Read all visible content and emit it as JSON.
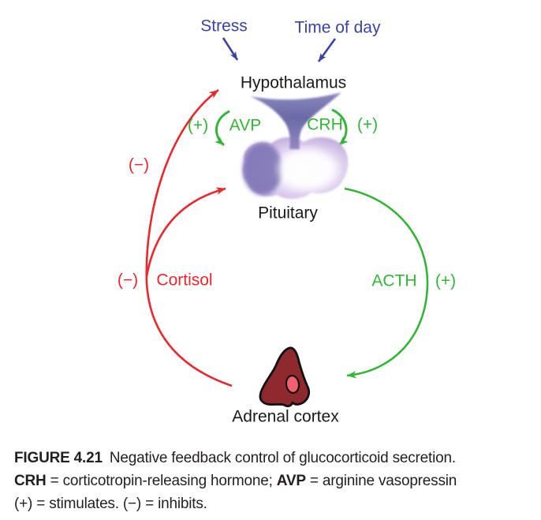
{
  "colors": {
    "red": "#e8282e",
    "green": "#35b43a",
    "blue": "#3b43a0",
    "caption_text": "#231f20",
    "pituitary_purple": "#7f74b6",
    "adrenal_maroon": "#8e2a2e",
    "nucleus_pink": "#f0606e"
  },
  "labels": {
    "stress": "Stress",
    "time_of_day": "Time of day",
    "hypothalamus": "Hypothalamus",
    "plus_avp": "(+)",
    "avp": "AVP",
    "crh": "CRH",
    "plus_crh": "(+)",
    "minus_upper": "(−)",
    "pituitary": "Pituitary",
    "minus_lower": "(−)",
    "cortisol": "Cortisol",
    "acth": "ACTH",
    "plus_acth": "(+)",
    "adrenal_cortex": "Adrenal cortex"
  },
  "caption": {
    "figure_label": "FIGURE 4.21",
    "sentence": "Negative feedback control of glucocorticoid secretion.",
    "crh_term": "CRH",
    "crh_def": " = corticotropin-releasing hormone; ",
    "avp_term": "AVP",
    "avp_def": " = arginine vasopressin",
    "line3": "(+) = stimulates. (−) = inhibits."
  }
}
